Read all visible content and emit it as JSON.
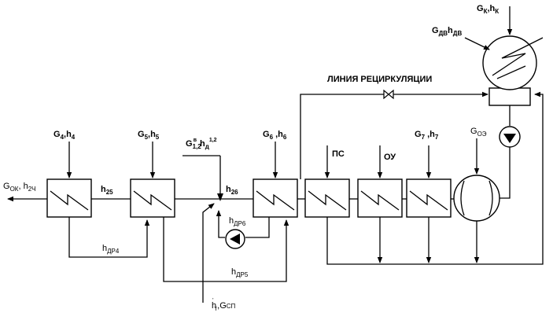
{
  "labels": {
    "gk_hk": {
      "main1": "G",
      "sub1": "К",
      "mid": ",h",
      "sub2": "К"
    },
    "gdv_hdv": {
      "main1": "G",
      "sub1": "ДВ",
      "mid": "h",
      "sub2": "ДВ"
    },
    "recirc": "ЛИНИЯ РЕЦИРКУЛЯЦИИ",
    "g4_h4": {
      "main1": "G",
      "sub1": "4",
      "mid": ",h",
      "sub2": "4"
    },
    "g5_h5": {
      "main1": "G",
      "sub1": "5",
      "mid": ",h",
      "sub2": "5"
    },
    "g12_hd": {
      "main1": "G",
      "sub1": "1,2",
      "sup1": "в",
      "mid": "h",
      "sub2": "д",
      "sup2": "1,2"
    },
    "g6_h6": {
      "main1": "G",
      "sub1": "6",
      "mid": " ,h",
      "sub2": "6"
    },
    "ps": "ПС",
    "ou": "ОУ",
    "g7_h7": {
      "main1": "G",
      "sub1": "7",
      "mid": " ,h",
      "sub2": "7"
    },
    "goe": {
      "main1": "G",
      "sub1": "ОЭ"
    },
    "gok_h2ch": {
      "main1": "G",
      "sub1": "ОК",
      "mid": ", h",
      "sub2": "2Ч"
    },
    "h25": {
      "main1": "h",
      "sub1": "25"
    },
    "h26": {
      "main1": "h",
      "sub1": "26"
    },
    "hdr6": {
      "main1": "h",
      "sub1": "ДР6"
    },
    "hdr4": {
      "main1": "h",
      "sub1": "ДР4"
    },
    "hdr5": {
      "main1": "h",
      "sub1": "ДР5"
    },
    "ht_gsp": {
      "main1": "h",
      "sup1": "'",
      "sub1": "т",
      "mid": ",G",
      "sub2": "СП"
    }
  }
}
